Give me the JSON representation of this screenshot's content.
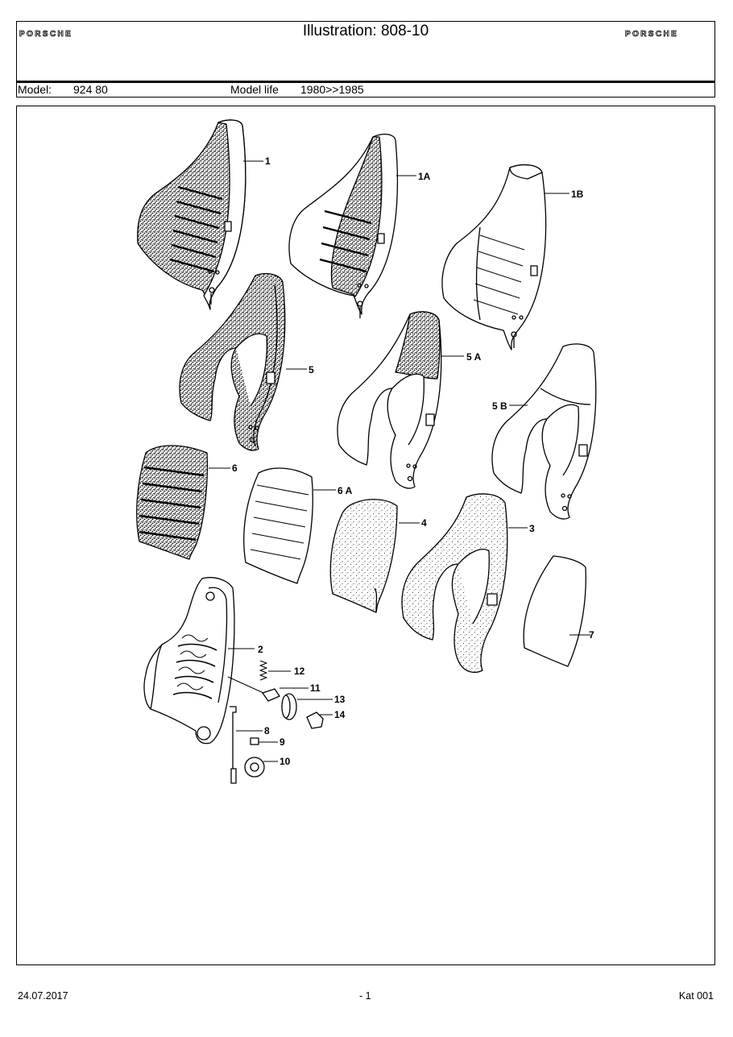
{
  "header": {
    "brand_left": "PORSCHE",
    "brand_right": "PORSCHE",
    "title": "Illustration: 808-10",
    "model_label": "Model:",
    "model_value": "924 80",
    "model_life_label": "Model life",
    "model_life_value": "1980>>1985"
  },
  "callouts": {
    "c1": "1",
    "c1a": "1A",
    "c1b": "1B",
    "c5": "5",
    "c5a": "5 A",
    "c5b": "5 B",
    "c6": "6",
    "c6a": "6 A",
    "c4": "4",
    "c3": "3",
    "c7": "7",
    "c2": "2",
    "c12": "12",
    "c11": "11",
    "c13": "13",
    "c14": "14",
    "c8": "8",
    "c9": "9",
    "c10": "10"
  },
  "footer": {
    "date": "24.07.2017",
    "page": "- 1",
    "catalog": "Kat 001"
  },
  "colors": {
    "ink": "#000000",
    "paper": "#ffffff"
  }
}
